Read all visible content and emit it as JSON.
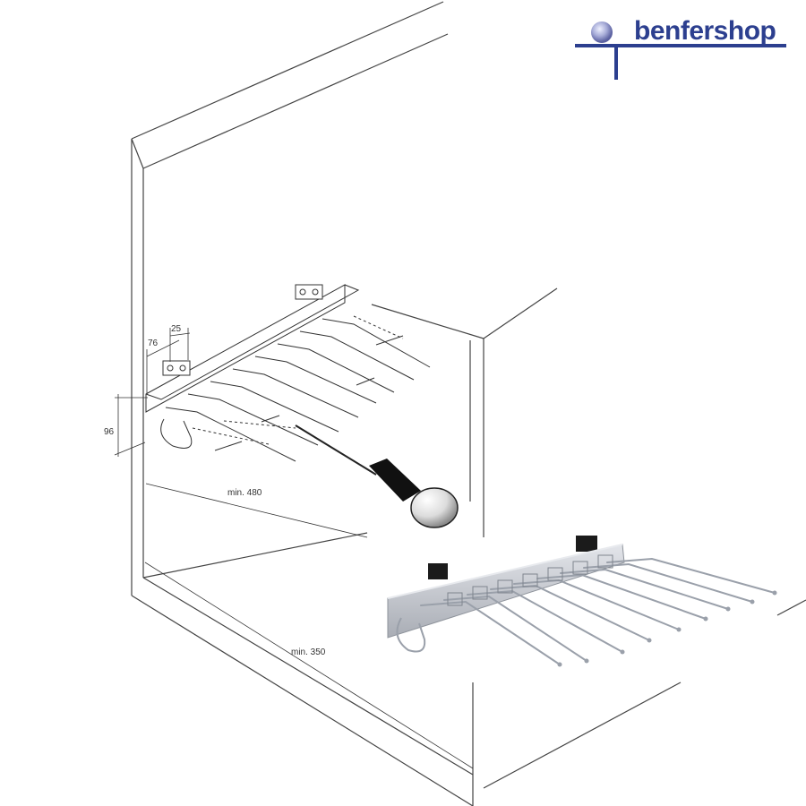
{
  "brand": {
    "name": "benfershop",
    "colors": {
      "primary": "#2c3f8f",
      "sphere": "#8d93c9"
    }
  },
  "dimensions": {
    "width_76": "76",
    "width_25": "25",
    "height_96": "96",
    "depth_min_480": "min. 480",
    "depth_min_350": "min. 350"
  },
  "tool": {
    "icon": "screwdriver-icon"
  },
  "colors": {
    "line": "#333333",
    "rail": "#c9ccd3",
    "rail_dark": "#8e939b",
    "rod": "#b6bbc4",
    "pad": "#1b1b1b"
  }
}
